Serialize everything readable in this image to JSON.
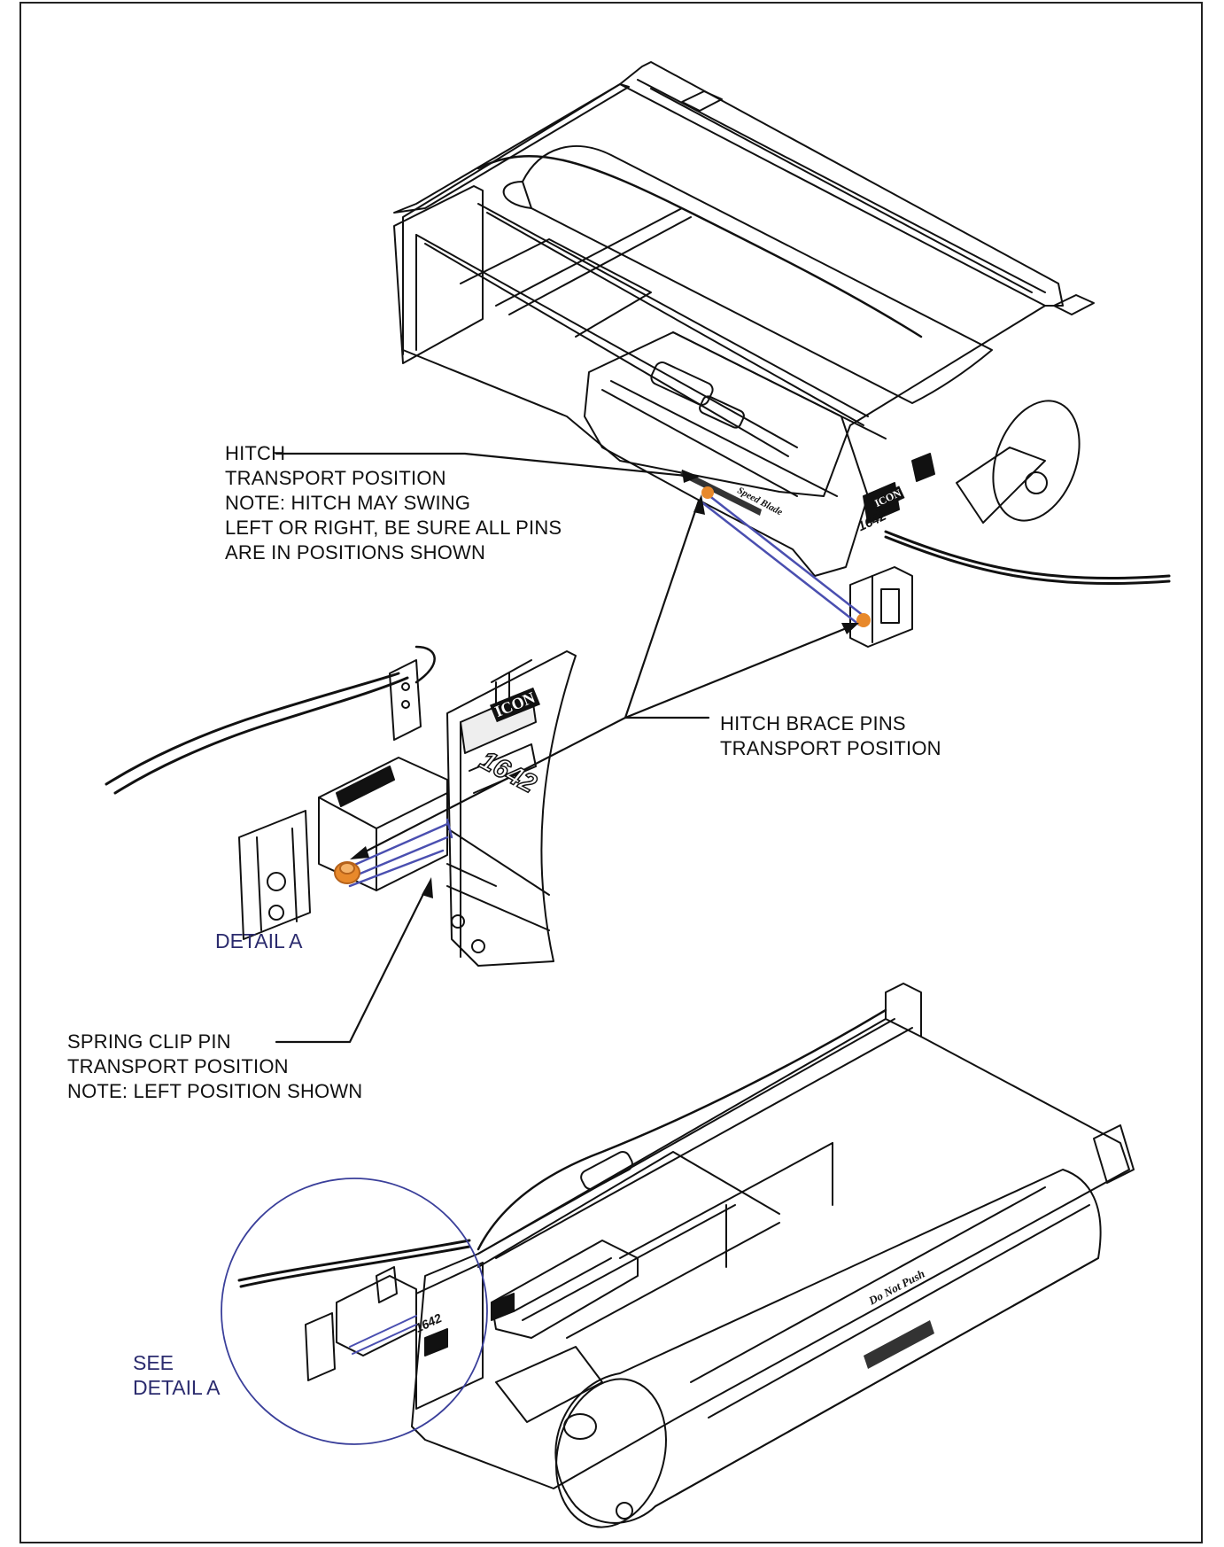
{
  "callouts": {
    "hitch": {
      "lines": [
        "HITCH",
        "TRANSPORT POSITION",
        "NOTE: HITCH MAY SWING",
        "LEFT OR RIGHT, BE SURE ALL PINS",
        "ARE IN POSITIONS SHOWN"
      ]
    },
    "hitch_brace": {
      "lines": [
        "HITCH BRACE PINS",
        "TRANSPORT POSITION"
      ]
    },
    "spring_clip": {
      "lines": [
        "SPRING CLIP PIN",
        "TRANSPORT POSITION",
        "NOTE: LEFT POSITION SHOWN"
      ]
    }
  },
  "detail_labels": {
    "detail_a": "DETAIL A",
    "see_detail": [
      "SEE",
      "DETAIL A"
    ]
  },
  "decals": {
    "model_number": "1642",
    "brand": "ICON",
    "roller_decal": "Do Not Push",
    "hitch_decal": "Speed Blade"
  },
  "colors": {
    "line": "#111111",
    "highlight_pin": "#e8892b",
    "highlight_brace": "#4a4fb0",
    "detail_text": "#2b2b6e",
    "detail_circle": "#3a3f9a"
  }
}
